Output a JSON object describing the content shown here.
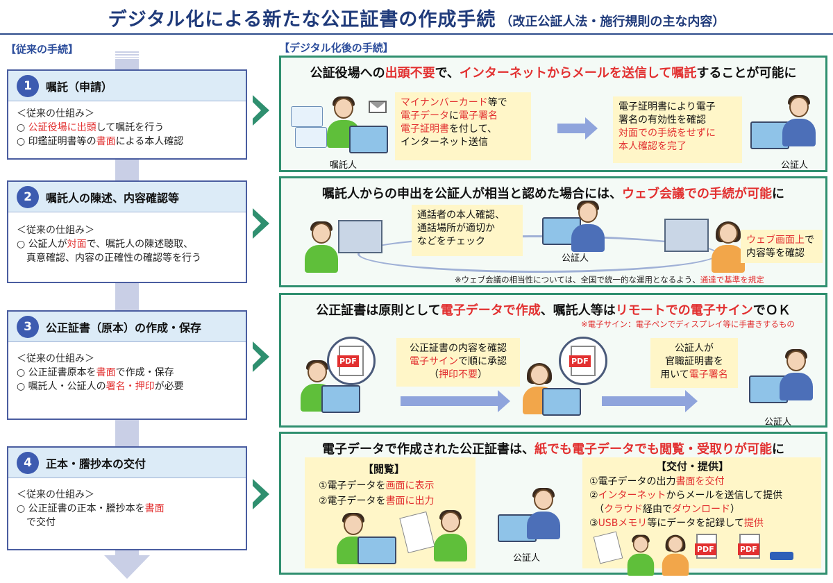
{
  "header": {
    "title": "デジタル化による新たな公正証書の作成手続",
    "subtitle": "（改正公証人法・施行規則の主な内容）"
  },
  "labels": {
    "old_section": "【従来の手続】",
    "new_section": "【デジタル化後の手続】"
  },
  "steps": [
    {
      "num": "1",
      "title": "嘱託（申請）",
      "old_label": "＜従来の仕組み＞",
      "lines": [
        [
          "○ ",
          {
            "t": "公証役場に出頭",
            "red": true
          },
          "して嘱託を行う"
        ],
        [
          "○ 印鑑証明書等の",
          {
            "t": "書面",
            "red": true
          },
          "による本人確認"
        ]
      ]
    },
    {
      "num": "2",
      "title": "嘱託人の陳述、内容確認等",
      "old_label": "＜従来の仕組み＞",
      "lines": [
        [
          "○ 公証人が",
          {
            "t": "対面",
            "red": true
          },
          "で、嘱託人の陳述聴取、"
        ],
        [
          "　真意確認、内容の正確性の確認等を行う"
        ]
      ]
    },
    {
      "num": "3",
      "title": "公正証書（原本）の作成・保存",
      "old_label": "＜従来の仕組み＞",
      "lines": [
        [
          "○ 公正証書原本を",
          {
            "t": "書面",
            "red": true
          },
          "で作成・保存"
        ],
        [
          "○ 嘱託人・公証人の",
          {
            "t": "署名・押印",
            "red": true
          },
          "が必要"
        ]
      ]
    },
    {
      "num": "4",
      "title": "正本・謄抄本の交付",
      "old_label": "＜従来の仕組み＞",
      "lines": [
        [
          "○ 公正証書の正本・謄抄本を",
          {
            "t": "書面",
            "red": true
          }
        ],
        [
          "　で交付"
        ]
      ]
    }
  ],
  "panels": [
    {
      "headline": [
        "公証役場への",
        {
          "t": "出頭不要",
          "red": true
        },
        "で、",
        {
          "t": "インターネットからメールを送信して嘱託",
          "red": true
        },
        "することが可能に"
      ],
      "callout_left": [
        [
          {
            "t": "マイナンバーカード",
            "red": true
          },
          "等で"
        ],
        [
          {
            "t": "電子データ",
            "red": true
          },
          "に",
          {
            "t": "電子署名",
            "red": true
          }
        ],
        [
          {
            "t": "電子証明書",
            "red": true
          },
          "を付して、"
        ],
        [
          "インターネット送信"
        ]
      ],
      "callout_right": [
        [
          "電子証明書により電子"
        ],
        [
          "署名の有効性を確認"
        ],
        [
          {
            "t": "対面での手続をせずに",
            "red": true
          }
        ],
        [
          {
            "t": "本人確認を完了",
            "red": true
          }
        ]
      ],
      "caption_left": "嘱託人",
      "caption_right": "公証人"
    },
    {
      "headline": [
        "嘱託人からの申出を公証人が相当と認めた場合には、",
        {
          "t": "ウェブ会議での手続が可能",
          "red": true
        },
        "に"
      ],
      "callout_left": [
        [
          "通話者の本人確認、"
        ],
        [
          "通話場所が適切か"
        ],
        [
          "などをチェック"
        ]
      ],
      "callout_right": [
        [
          {
            "t": "ウェブ画面上",
            "red": true
          },
          "で"
        ],
        [
          "内容等を確認"
        ]
      ],
      "caption_center": "公証人",
      "note": [
        "※ウェブ会議の相当性については、全国で統一的な運用となるよう、",
        {
          "t": "通達で基準を規定",
          "red": true
        }
      ]
    },
    {
      "headline": [
        "公正証書は原則として",
        {
          "t": "電子データで作成",
          "red": true
        },
        "、嘱託人等は",
        {
          "t": "リモートでの電子サイン",
          "red": true
        },
        "でＯＫ"
      ],
      "note": "※電子サイン：電子ペンでディスプレイ等に手書きするもの",
      "callout_left": [
        [
          "公正証書の内容を確認"
        ],
        [
          {
            "t": "電子サイン",
            "red": true
          },
          "で順に承認"
        ],
        [
          "（",
          {
            "t": "押印不要",
            "red": true
          },
          "）"
        ]
      ],
      "callout_right": [
        [
          "公証人が"
        ],
        [
          "官職証明書を"
        ],
        [
          "用いて",
          {
            "t": "電子署名",
            "red": true
          }
        ]
      ],
      "pdf_label": "PDF",
      "caption_right": "公証人"
    },
    {
      "headline": [
        "電子データで作成された公正証書は、",
        {
          "t": "紙でも電子データでも閲覧・受取りが可能",
          "red": true
        },
        "に"
      ],
      "view_title": "【閲覧】",
      "view_lines": [
        [
          "①電子データを",
          {
            "t": "画面に表示",
            "red": true
          }
        ],
        [
          "②電子データを",
          {
            "t": "書面に出力",
            "red": true
          }
        ]
      ],
      "deliver_title": "【交付・提供】",
      "deliver_lines": [
        [
          "①電子データの出力",
          {
            "t": "書面を交付",
            "red": true
          }
        ],
        [
          "②",
          {
            "t": "インターネット",
            "red": true
          },
          "からメールを送信して提供"
        ],
        [
          "　（",
          {
            "t": "クラウド",
            "red": true
          },
          "経由で",
          {
            "t": "ダウンロード",
            "red": true
          },
          "）"
        ],
        [
          "③",
          {
            "t": "USBメモリ",
            "red": true
          },
          "等にデータを記録して",
          {
            "t": "提供",
            "red": true
          }
        ]
      ],
      "pdf_label": "PDF",
      "caption_center": "公証人"
    }
  ]
}
